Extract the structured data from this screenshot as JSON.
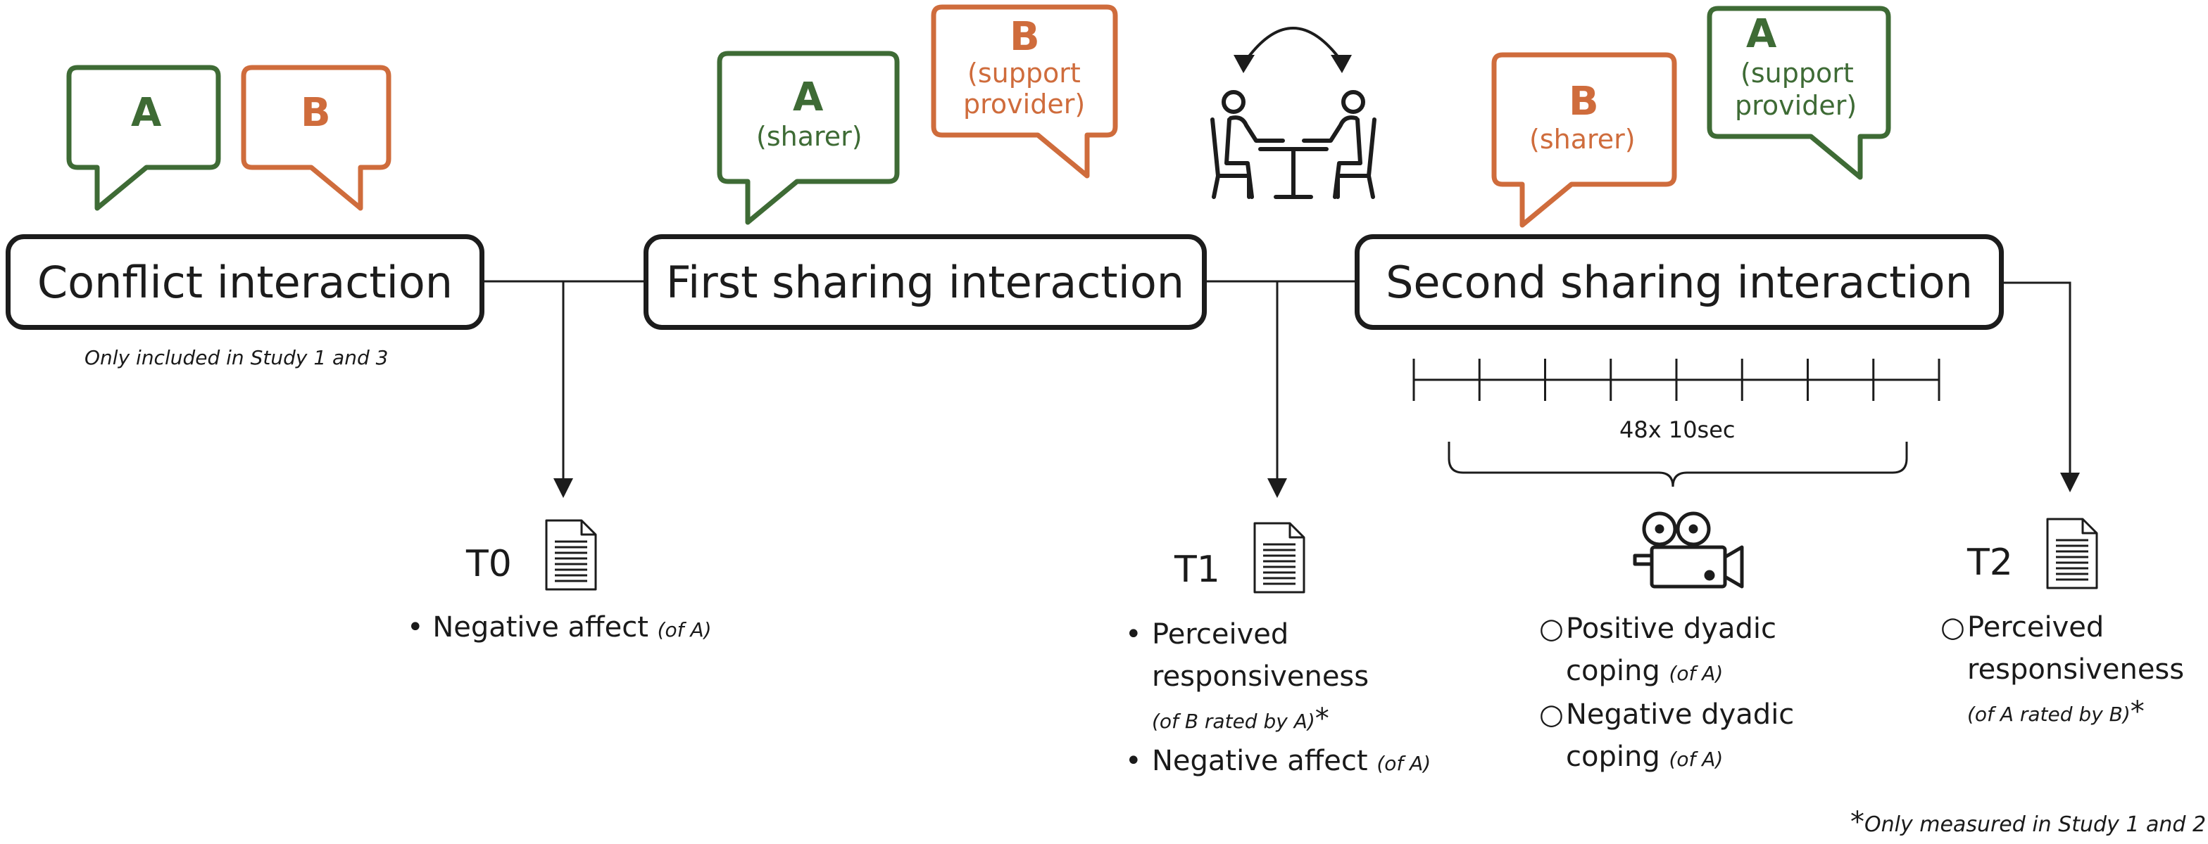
{
  "stages": {
    "conflict": "Conflict interaction",
    "first": "First sharing interaction",
    "second": "Second sharing interaction"
  },
  "conflict_note": "Only included in Study 1 and 3",
  "bubbles": {
    "conflict_a": {
      "letter": "A",
      "sub": ""
    },
    "conflict_b": {
      "letter": "B",
      "sub": ""
    },
    "first_a": {
      "letter": "A",
      "sub": "(sharer)"
    },
    "first_b": {
      "letter": "B",
      "sub": "(support provider)",
      "sub_line1": "(support",
      "sub_line2": "provider)"
    },
    "second_b": {
      "letter": "B",
      "sub": "(sharer)"
    },
    "second_a": {
      "letter": "A",
      "sub": "(support provider)",
      "sub_line1": "(support",
      "sub_line2": "provider)"
    }
  },
  "colors": {
    "green": "#3e6b35",
    "orange": "#cf6c3c",
    "line": "#1c1c1c"
  },
  "icons": [
    "document-icon",
    "people-at-table-icon",
    "swap-arrows-icon",
    "video-camera-icon",
    "bracket-icon",
    "timeline-ticks"
  ],
  "timeline": {
    "segments": 8,
    "label": "48x 10sec"
  },
  "t0": {
    "label": "T0",
    "items": [
      {
        "bullet": "•",
        "text": "Negative affect",
        "note": "(of A)"
      }
    ]
  },
  "t1": {
    "label": "T1",
    "items": [
      {
        "bullet": "•",
        "line1": "Perceived",
        "line2": "responsiveness",
        "note": "(of B rated by A)",
        "star": "*"
      },
      {
        "bullet": "•",
        "text": "Negative affect",
        "note": "(of A)"
      }
    ]
  },
  "video": {
    "items": [
      {
        "bullet": "○",
        "line1": "Positive dyadic",
        "line2": "coping",
        "note": "(of A)"
      },
      {
        "bullet": "○",
        "line1": "Negative dyadic",
        "line2": "coping",
        "note": "(of A)"
      }
    ]
  },
  "t2": {
    "label": "T2",
    "items": [
      {
        "bullet": "○",
        "line1": "Perceived",
        "line2": "responsiveness",
        "note": "(of A rated by B)",
        "star": "*"
      }
    ]
  },
  "footnote": {
    "star": "*",
    "text": "Only measured in Study 1 and 2"
  }
}
